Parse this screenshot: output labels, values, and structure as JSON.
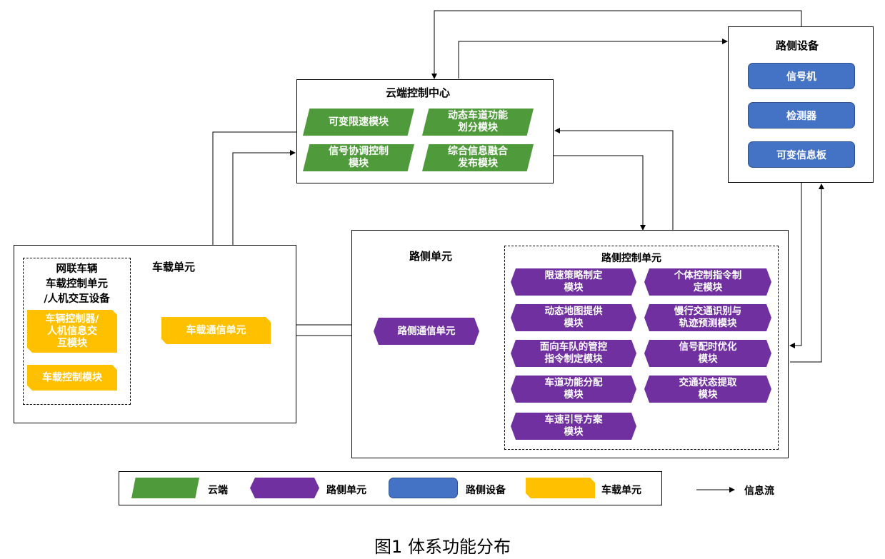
{
  "cloud": {
    "title": "云端控制中心",
    "modules": [
      "可变限速模块",
      "动态车道功能\n划分模块",
      "信号协调控制\n模块",
      "综合信息融合\n发布模块"
    ]
  },
  "roadside_device": {
    "title": "路侧设备",
    "items": [
      "信号机",
      "检测器",
      "可变信息板"
    ]
  },
  "vehicle_unit": {
    "title": "车载单元",
    "sub_title": "网联车辆\n车载控制单元\n/人机交互设备",
    "modules": [
      "车辆控制器/\n人机信息交\n互模块",
      "车载控制模块"
    ],
    "comm": "车载通信单元"
  },
  "roadside_unit": {
    "title": "路侧单元",
    "comm": "路侧通信单元",
    "control_title": "路侧控制单元",
    "modules": [
      "限速策略制定\n模块",
      "个体控制指令制\n定模块",
      "动态地图提供\n模块",
      "慢行交通识别与\n轨迹预测模块",
      "面向车队的管控\n指令制定模块",
      "信号配时优化\n模块",
      "车道功能分配\n模块",
      "交通状态提取\n模块",
      "车速引导方案\n模块"
    ]
  },
  "legend": {
    "cloud": "云端",
    "roadside_unit": "路侧单元",
    "roadside_device": "路侧设备",
    "vehicle_unit": "车载单元",
    "flow": "信息流"
  },
  "caption": "图1 体系功能分布",
  "colors": {
    "cloud": "#4f9a3a",
    "roadside_unit": "#7030a0",
    "roadside_device": "#4472c4",
    "vehicle_unit": "#ffc000"
  }
}
